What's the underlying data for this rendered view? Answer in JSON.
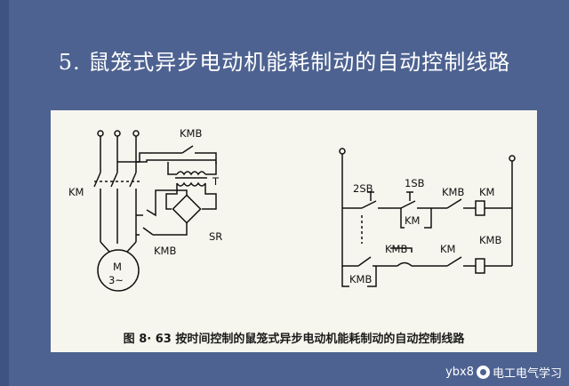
{
  "slide": {
    "title": "5. 鼠笼式异步电动机能耗制动的自动控制线路"
  },
  "figure": {
    "caption": "图 8· 63    按时间控制的鼠笼式异步电动机能耗制动的自动控制线路",
    "main_circuit": {
      "contactor_km": "KM",
      "contactor_kmb_top": "KMB",
      "contactor_kmb_bottom": "KMB",
      "transformer_t": "T",
      "rectifier_sr": "SR",
      "motor_label": "M",
      "motor_phase": "3~"
    },
    "control_circuit": {
      "stop_button": "2SB",
      "start_button": "1SB",
      "km_contact": "KM",
      "kmb_interlock": "KMB",
      "km_coil": "KM",
      "kmb_contact_row2": "KMB",
      "km_interlock": "KM",
      "kmb_coil": "KMB",
      "kmb_hold": "KMB"
    }
  },
  "watermark": {
    "prefix": "ybx8",
    "text": "电工电气学习"
  }
}
